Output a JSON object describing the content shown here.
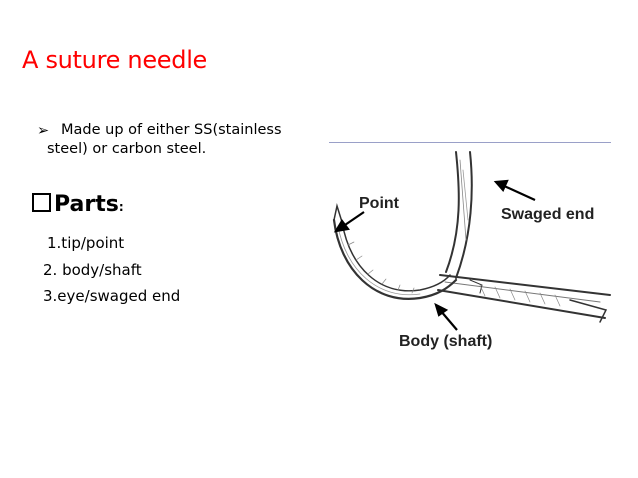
{
  "slide": {
    "title": "A suture needle",
    "bullet": {
      "arrow": "➢",
      "line1": "Made up of either SS(stainless",
      "line2": "steel) or carbon steel."
    },
    "parts_heading": "Parts",
    "parts_colon": ":",
    "parts": [
      "1.tip/point",
      "2. body/shaft",
      "3.eye/swaged end"
    ]
  },
  "figure": {
    "labels": {
      "point": "Point",
      "swaged_end": "Swaged end",
      "body": "Body (shaft)"
    }
  }
}
